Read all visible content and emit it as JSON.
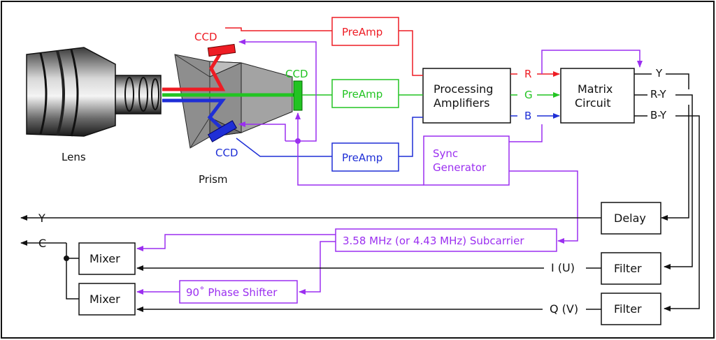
{
  "colors": {
    "red": "#ee1c24",
    "green": "#22c422",
    "blue": "#1f2fd6",
    "purple": "#9b2ff0",
    "black": "#111111",
    "prism": "#9a9a9a"
  },
  "labels": {
    "lens": "Lens",
    "prism": "Prism",
    "ccd_red": "CCD",
    "ccd_green": "CCD",
    "ccd_blue": "CCD",
    "preamp_red": "PreAmp",
    "preamp_green": "PreAmp",
    "preamp_blue": "PreAmp",
    "processing_line1": "Processing",
    "processing_line2": "Amplifiers",
    "matrix_line1": "Matrix",
    "matrix_line2": "Circuit",
    "sync_line1": "Sync",
    "sync_line2": "Generator",
    "r": "R",
    "g": "G",
    "b": "B",
    "y_out": "Y",
    "ry_out": "R-Y",
    "by_out": "B-Y",
    "delay": "Delay",
    "subcarrier": "3.58 MHz (or 4.43 MHz) Subcarrier",
    "phase_shifter": "90˚ Phase Shifter",
    "mixer_top": "Mixer",
    "mixer_bottom": "Mixer",
    "filter_i": "Filter",
    "filter_q": "Filter",
    "i_u": "I (U)",
    "q_v": "Q (V)",
    "y_final": "Y",
    "c_final": "C"
  }
}
